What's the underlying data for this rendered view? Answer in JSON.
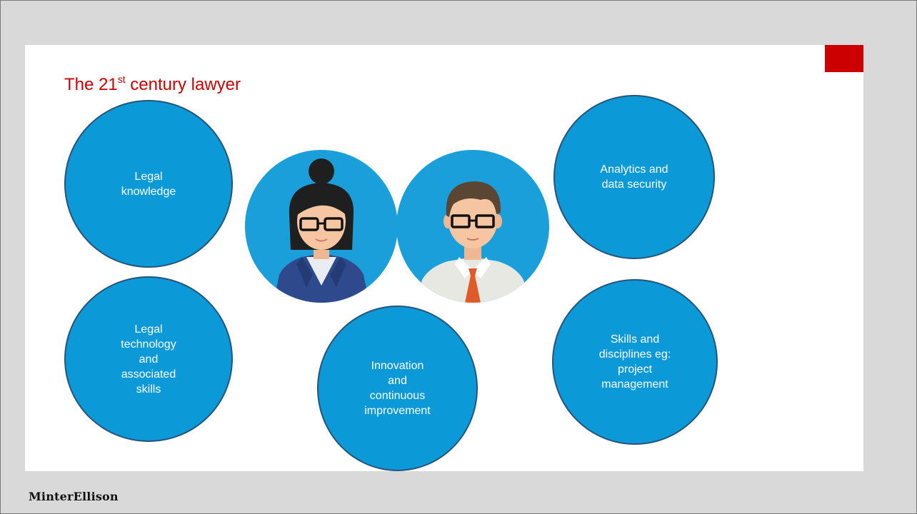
{
  "slide": {
    "title_main": "The 21",
    "title_sup": "st",
    "title_rest": " century lawyer"
  },
  "bubbles": {
    "legal_knowledge": "Legal\nknowledge",
    "legal_technology": "Legal\ntechnology\nand\nassociated\nskills",
    "innovation": "Innovation\nand\ncontinuous\nimprovement",
    "analytics": "Analytics and\ndata security",
    "skills": "Skills and\ndisciplines eg:\nproject\nmanagement"
  },
  "footer": {
    "brand": "MinterEllison"
  },
  "colors": {
    "accent_red": "#cc0000",
    "bubble_blue": "#0b9ad7",
    "bubble_border": "#26547c",
    "avatar_bg": "#1a9fda"
  },
  "icons": [
    "female-lawyer-avatar",
    "male-lawyer-avatar"
  ]
}
